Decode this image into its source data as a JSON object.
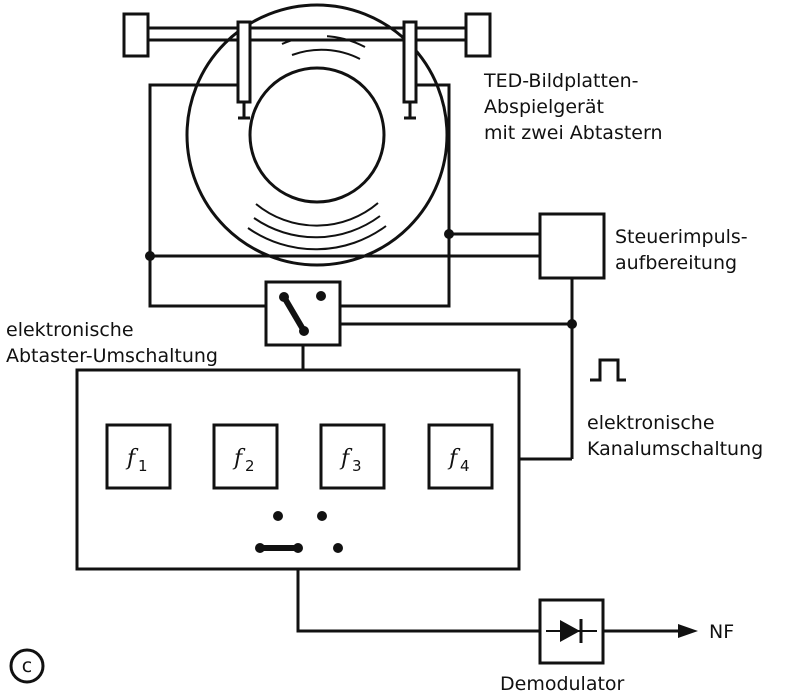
{
  "labels": {
    "player_line1": "TED-Bildplatten-",
    "player_line2": "Abspielgerät",
    "player_line3": "mit zwei Abtastern",
    "control_line1": "Steuerimpuls-",
    "control_line2": "aufbereitung",
    "switch_line1": "elektronische",
    "switch_line2": "Abtaster-Umschaltung",
    "channel_line1": "elektronische",
    "channel_line2": "Kanalumschaltung",
    "demodulator": "Demodulator",
    "output": "NF",
    "panel_letter": "c"
  },
  "filters": [
    {
      "symbol": "f",
      "index": "1"
    },
    {
      "symbol": "f",
      "index": "2"
    },
    {
      "symbol": "f",
      "index": "3"
    },
    {
      "symbol": "f",
      "index": "4"
    }
  ]
}
